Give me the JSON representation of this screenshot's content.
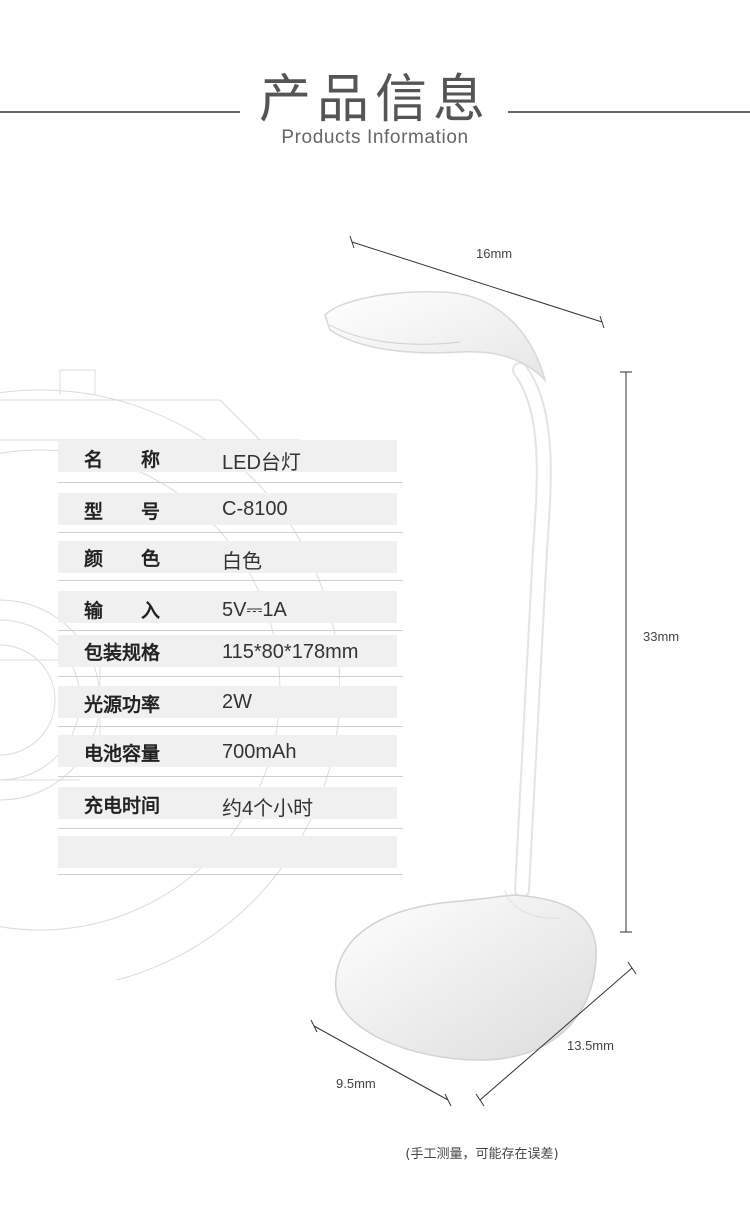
{
  "header": {
    "title_cn": "产品信息",
    "title_en": "Products Information"
  },
  "specs": [
    {
      "label": "名　　称",
      "value": "LED台灯"
    },
    {
      "label": "型　　号",
      "value": "C-8100"
    },
    {
      "label": "颜　　色",
      "value": "白色"
    },
    {
      "label": "输　　入",
      "value": "5V⎓1A"
    },
    {
      "label": "包装规格",
      "value": "115*80*178mm"
    },
    {
      "label": "光源功率",
      "value": "2W"
    },
    {
      "label": "电池容量",
      "value": "700mAh"
    },
    {
      "label": "充电时间",
      "value": "约4个小时"
    },
    {
      "label": "",
      "value": ""
    }
  ],
  "dimensions": {
    "head_width": "16mm",
    "height": "33mm",
    "base_depth": "13.5mm",
    "base_width": "9.5mm"
  },
  "note": "(手工测量，可能存在误差)",
  "colors": {
    "band": "#f0f0f0",
    "line": "#666666",
    "lamp": "#ffffff"
  }
}
